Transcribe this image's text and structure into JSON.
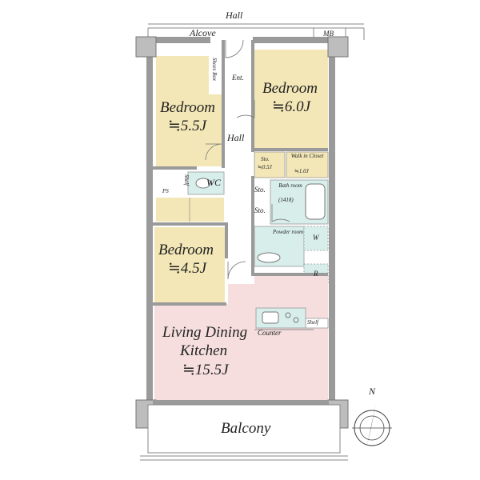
{
  "plan": {
    "hall_top": "Hall",
    "alcove": "Alcove",
    "mb": "MB",
    "shoes_box": "Shoes Box",
    "entrance": "Ent.",
    "hall_inner": "Hall",
    "bedroom_1": {
      "name": "Bedroom",
      "size": "≒5.5J"
    },
    "bedroom_2": {
      "name": "Bedroom",
      "size": "≒6.0J"
    },
    "bedroom_3": {
      "name": "Bedroom",
      "size": "≒4.5J"
    },
    "storage_small": {
      "name": "Sto.",
      "size": "≒0.5J"
    },
    "walk_in_closet": {
      "name": "Walk in Closet",
      "size": "≒1.0J"
    },
    "wc": "WC",
    "shelf": "Shelf",
    "ps": "PS",
    "storage_a": "Sto.",
    "storage_b": "Sto.",
    "bathroom": {
      "name": "Bath room",
      "code": "(1418)"
    },
    "powder_room": "Powder room",
    "washer": "W",
    "fridge": "R",
    "living": {
      "line1": "Living Dining",
      "line2": "Kitchen",
      "size": "≒15.5J"
    },
    "counter": "Counter",
    "kitchen_shelf": "Shelf",
    "balcony": "Balcony",
    "north": "N"
  },
  "colors": {
    "bedroom": "#f3e7b7",
    "living": "#f6dede",
    "wet_area": "#d8eeea",
    "wall": "#9a9a9a",
    "text": "#222222"
  }
}
